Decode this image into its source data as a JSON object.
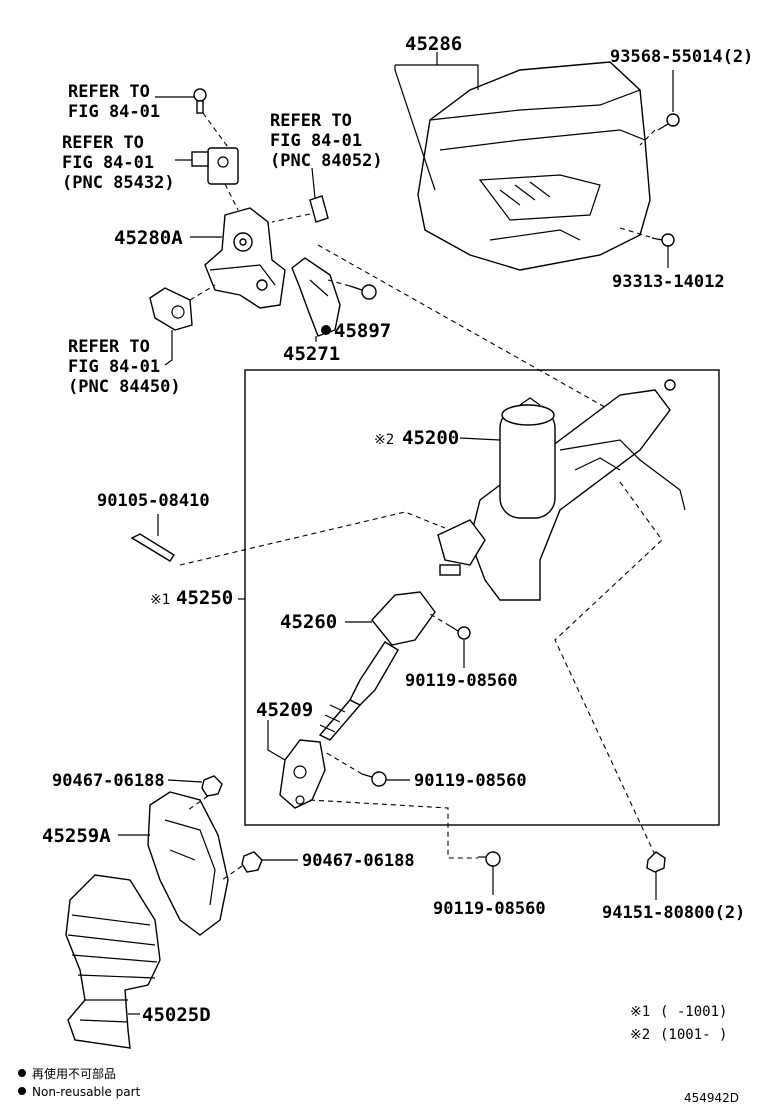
{
  "callouts": {
    "refer_1": [
      "REFER TO",
      "FIG 84-01"
    ],
    "refer_2": [
      "REFER TO",
      "FIG 84-01",
      "(PNC 85432)"
    ],
    "refer_3": [
      "REFER TO",
      "FIG 84-01",
      "(PNC 84052)"
    ],
    "refer_4": [
      "REFER TO",
      "FIG 84-01",
      "(PNC 84450)"
    ],
    "p45286": "45286",
    "p93568": "93568-55014(2)",
    "p93313": "93313-14012",
    "p45280A": "45280A",
    "p45897": "45897",
    "p45271": "45271",
    "p45200_mark": "※2",
    "p45200": "45200",
    "p90105": "90105-08410",
    "p45250_mark": "※1",
    "p45250": "45250",
    "p45260": "45260",
    "p90119_a": "90119-08560",
    "p45209": "45209",
    "p90119_b": "90119-08560",
    "p90467_a": "90467-06188",
    "p45259A": "45259A",
    "p90467_b": "90467-06188",
    "p90119_c": "90119-08560",
    "p94151": "94151-80800(2)",
    "p45025D": "45025D"
  },
  "notes": {
    "n1_mark": "※1",
    "n1_text": "(   -1001)",
    "n2_mark": "※2",
    "n2_text": "(1001-   )"
  },
  "legend": {
    "line1": "再使用不可部品",
    "line2": "Non-reusable part"
  },
  "diagram_id": "454942D"
}
